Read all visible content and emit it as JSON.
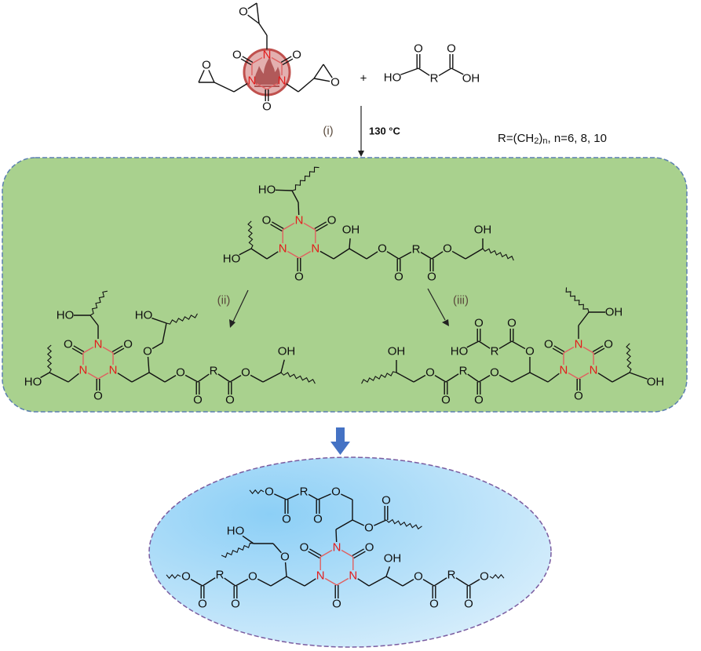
{
  "atoms": {
    "N": "N",
    "O": "O",
    "HO": "HO",
    "OH": "OH",
    "R": "R"
  },
  "reaction": {
    "plus": "+",
    "step_i": "(i)",
    "step_ii": "(ii)",
    "step_iii": "(iii)",
    "condition": "130 °C"
  },
  "r_definition": {
    "prefix": "R=(CH",
    "sub_2": "2",
    "close": ")",
    "sub_n": "n",
    "values": ", n=6, 8, 10"
  },
  "colors": {
    "ring_red": "#e31b1b",
    "stage_box_fill": "#a9d18e",
    "stage_box_border": "#5b7fb0",
    "arrow_blue": "#4472c4",
    "network_fill": "#9fd6f7",
    "network_border": "#7a5ca0",
    "flame_badge": "#c0504d"
  }
}
